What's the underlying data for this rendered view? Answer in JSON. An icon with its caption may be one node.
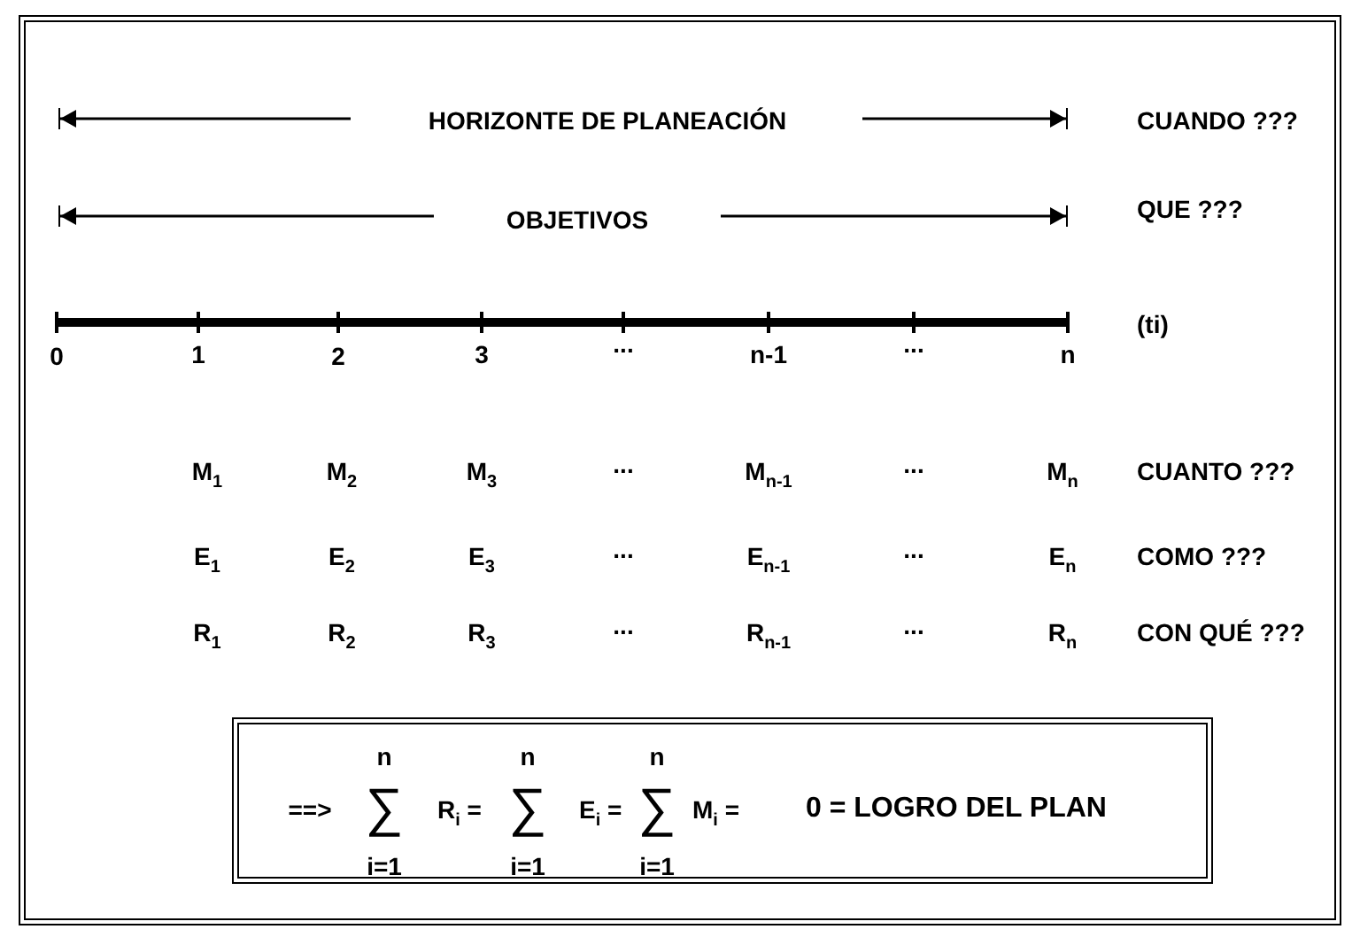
{
  "diagram": {
    "nodes": [
      {
        "text": [
          "==>",
          "n",
          "∑",
          "i=1",
          "R$_{i}$ =",
          "n",
          "∑",
          "i=1",
          "E$_{i}$ =",
          "n",
          "∑",
          "i=1",
          "M$_{i}$ =",
          "0 = LOGRO DEL PLAN"
        ]
      }
    ],
    "edges": [],
    "labels": [
      "HORIZONTE DE PLANEACIÓN",
      "CUANDO ???",
      "OBJETIVOS",
      "QUE ???",
      "(ti)",
      "0",
      "1",
      "2",
      "3",
      "...",
      "n-1",
      "...",
      "n",
      "M$_{1}$",
      "M$_{2}$",
      "M$_{3}$",
      "...",
      "M$_{n-1}$",
      "...",
      "M$_{n}$",
      "CUANTO ???",
      "E$_{1}$",
      "E$_{2}$",
      "E$_{3}$",
      "...",
      "E$_{n-1}$",
      "...",
      "E$_{n}$",
      "COMO ???",
      "R$_{1}$",
      "R$_{2}$",
      "R$_{3}$",
      "...",
      "R$_{n-1}$",
      "...",
      "R$_{n}$",
      "CON QUÉ ???"
    ]
  }
}
